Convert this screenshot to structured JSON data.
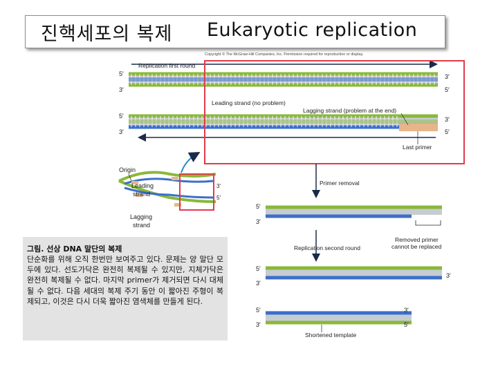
{
  "title": {
    "korean": "진핵세포의 복제",
    "english": "Eukaryotic replication"
  },
  "copyright": "Copyright © The McGraw-Hill Companies, Inc. Permission required for reproduction or display.",
  "labels": {
    "five_prime": "5′",
    "three_prime": "3′",
    "replication_first_round": "Replication first round",
    "leading_strand_no_problem": "Leading strand (no problem)",
    "lagging_strand_problem": "Lagging strand (problem at the end)",
    "last_primer": "Last primer",
    "origin": "Origin",
    "leading_strand": [
      "Leading",
      "strand"
    ],
    "lagging_strand": [
      "Lagging",
      "strand"
    ],
    "primer_removal": "Primer removal",
    "replication_second_round": "Replication second round",
    "removed_primer": [
      "Removed primer",
      "cannot be replaced"
    ],
    "shortened_template": "Shortened template"
  },
  "caption": {
    "heading": "그림. 선상 DNA 말단의 복제",
    "body": "단순화를 위해 오직 한번만 보여주고 있다. 문제는 양 말단 모두에 있다. 선도가닥은 완전히 복제될 수 있지만, 지체가닥은 완전히 복제될 수 없다. 마지막 primer가 제거되면 다시 대체될 수 없다. 다음 세대의 복제 주기 동안 이 짧아진 주형이 복제되고, 이것은 다시 더욱 짧아진 염색체를 만들게 된다."
  },
  "colors": {
    "template_strand": "#8ab83a",
    "new_strand": "#3b6fc9",
    "rung": "#b9bfc6",
    "primer": "#e8b58a",
    "highlight_box": "#e23a4a",
    "arrow": "#1a2a4a"
  }
}
